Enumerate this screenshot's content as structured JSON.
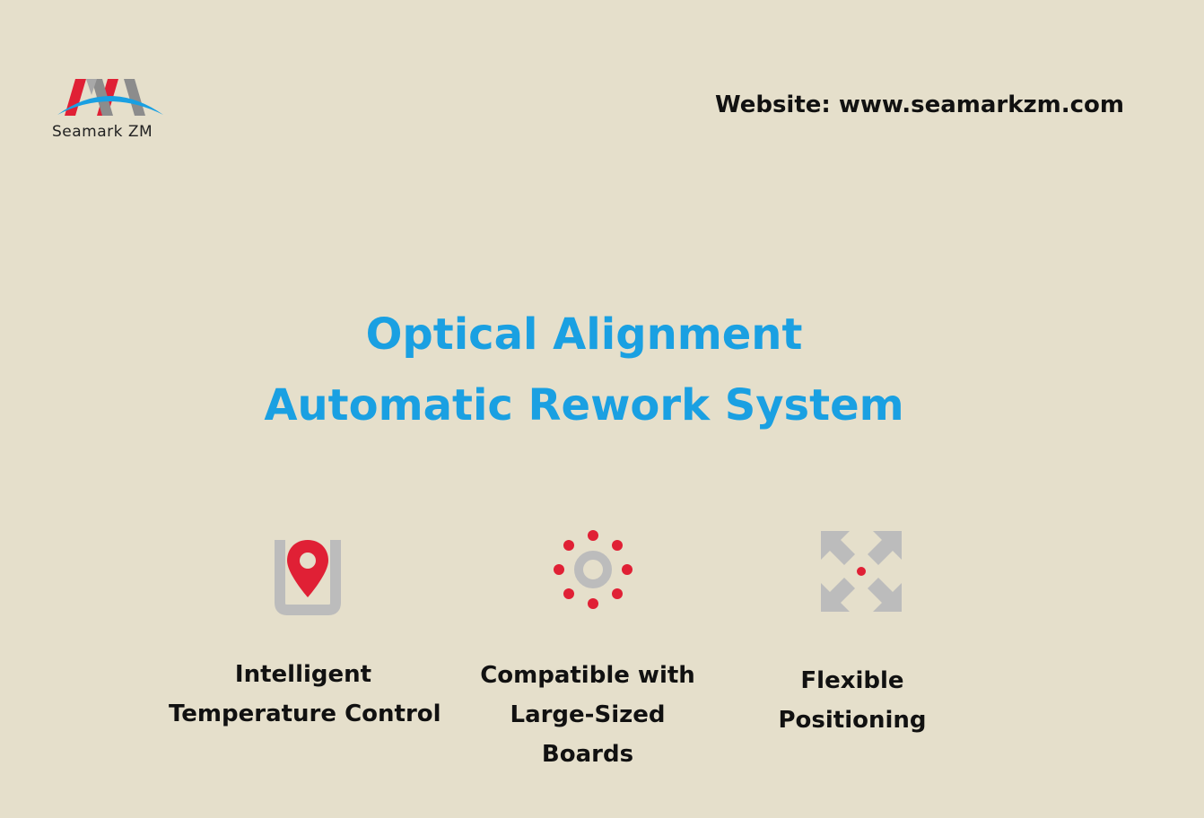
{
  "colors": {
    "background": "#e5dfcb",
    "accent_blue": "#1aa0e2",
    "accent_red": "#e02035",
    "icon_gray": "#bcbcbc",
    "logo_gray": "#8c8c8c",
    "text_dark": "#111111"
  },
  "brand": {
    "logo_icon": "seamark-zm-logo",
    "name": "Seamark ZM"
  },
  "header": {
    "website": "Website: www.seamarkzm.com"
  },
  "title": {
    "line1": "Optical Alignment",
    "line2": "Automatic Rework System"
  },
  "features": [
    {
      "icon": "location-pin-icon",
      "lines": [
        "Intelligent",
        "Temperature Control"
      ]
    },
    {
      "icon": "sun-dots-icon",
      "lines": [
        "Compatible with",
        "Large-Sized",
        "Boards"
      ]
    },
    {
      "icon": "expand-arrows-icon",
      "lines": [
        "Flexible",
        "Positioning"
      ]
    }
  ]
}
